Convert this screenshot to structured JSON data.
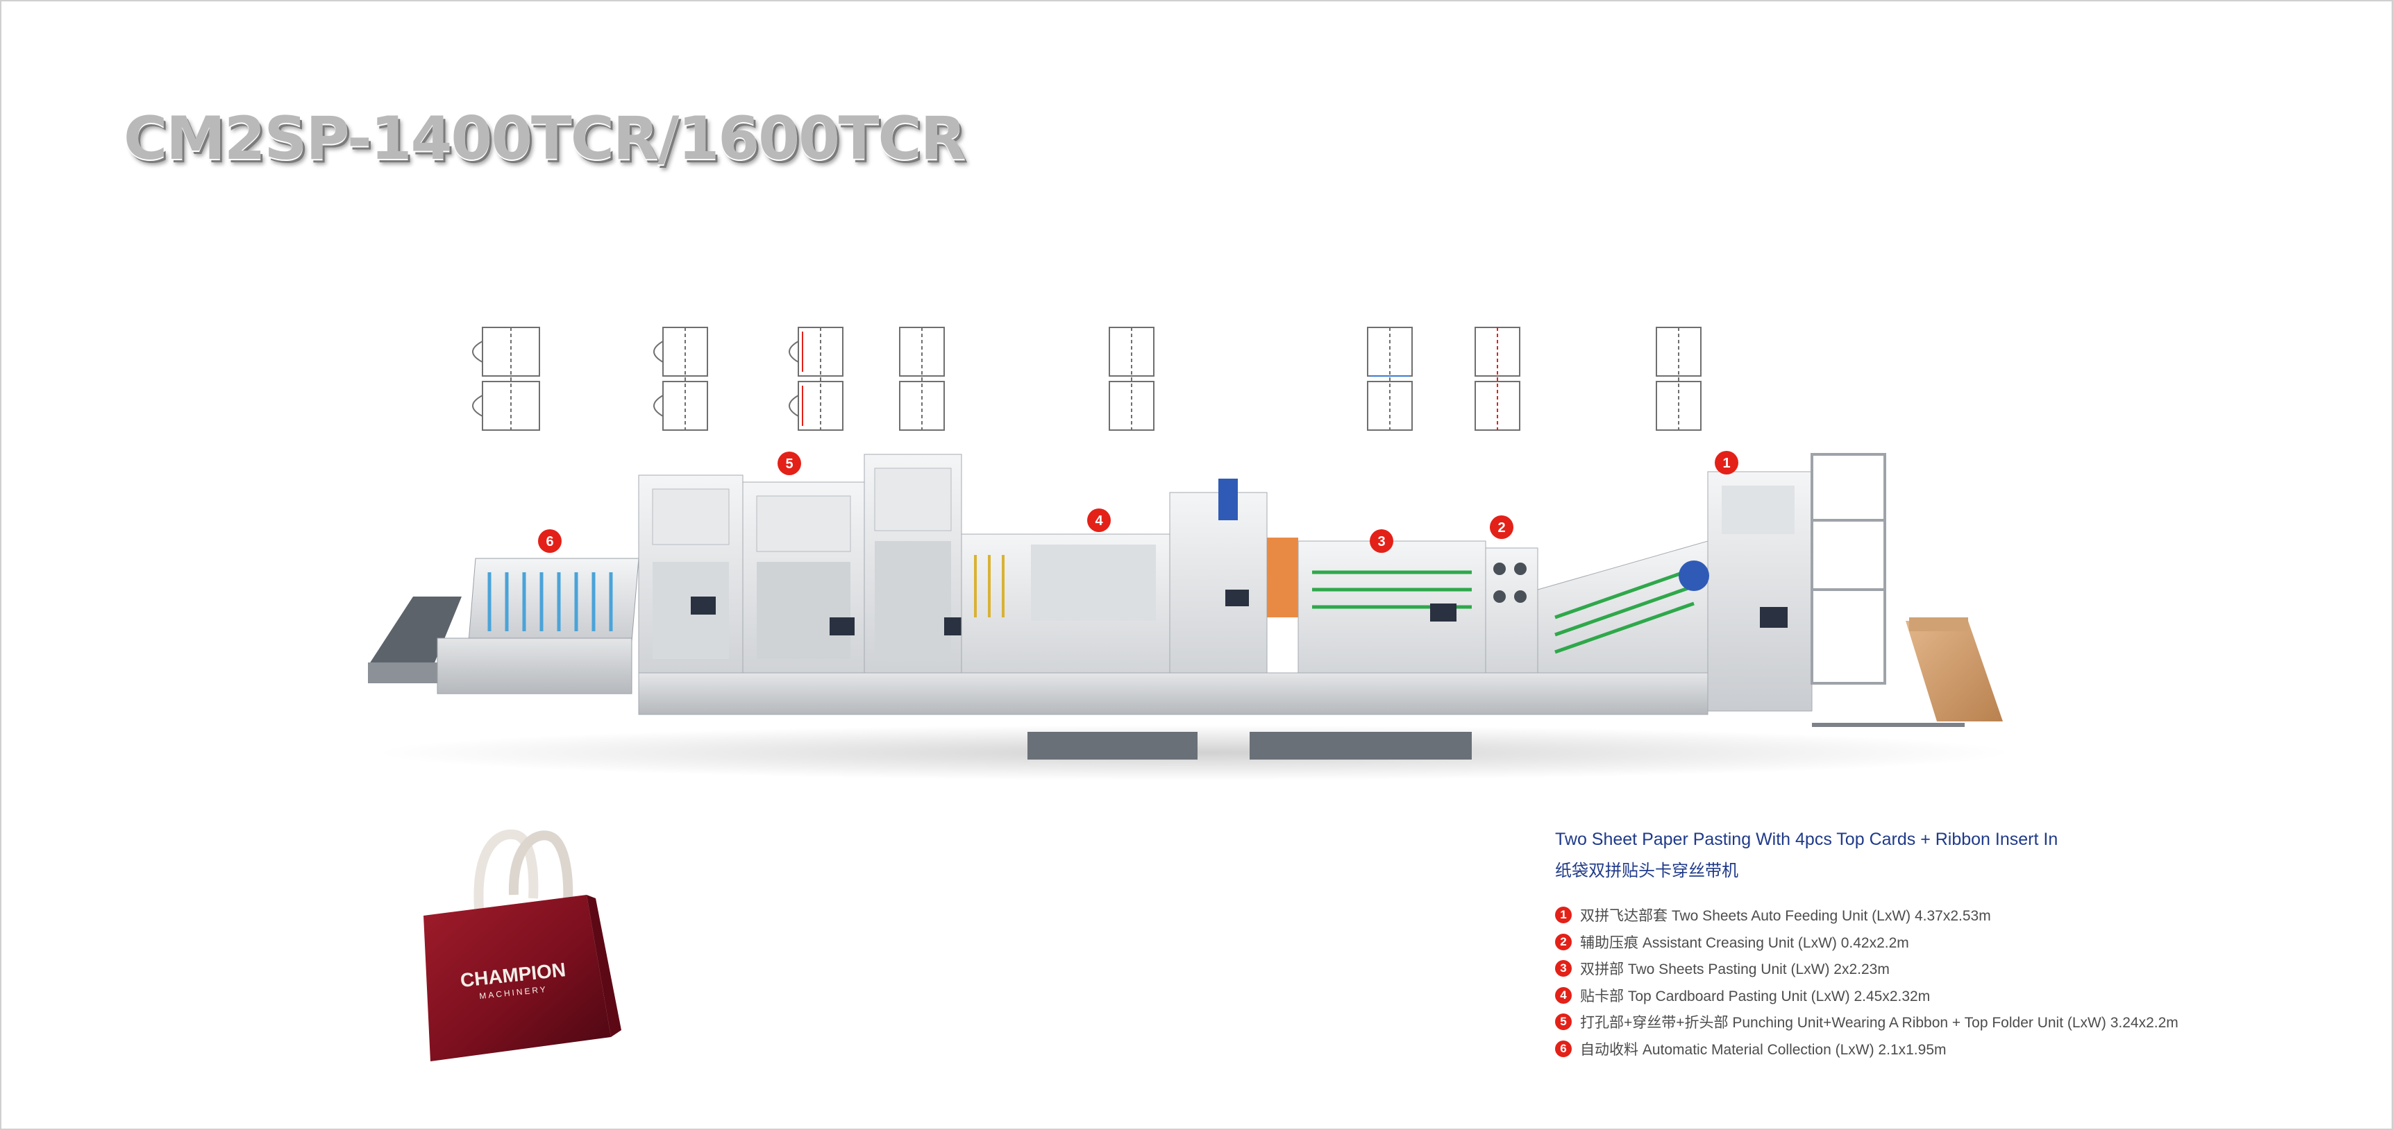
{
  "title": "CM2SP-1400TCR/1600TCR",
  "accent_color": "#e32118",
  "heading_color": "#1f3a8a",
  "unit_markers": [
    "6",
    "5",
    "4",
    "3",
    "2",
    "1"
  ],
  "bag_brand": {
    "line1": "CHAMPION",
    "line2": "MACHINERY"
  },
  "info": {
    "title_en": "Two Sheet Paper Pasting With 4pcs Top Cards + Ribbon Insert In",
    "title_cn": "纸袋双拼贴头卡穿丝带机",
    "units": [
      {
        "num": "1",
        "text": "双拼飞达部套 Two Sheets Auto Feeding Unit  (LxW) 4.37x2.53m"
      },
      {
        "num": "2",
        "text": "辅助压痕 Assistant Creasing Unit (LxW) 0.42x2.2m"
      },
      {
        "num": "3",
        "text": "双拼部 Two Sheets Pasting Unit (LxW) 2x2.23m"
      },
      {
        "num": "4",
        "text": "贴卡部 Top Cardboard Pasting Unit (LxW) 2.45x2.32m"
      },
      {
        "num": "5",
        "text": "打孔部+穿丝带+折头部 Punching Unit+Wearing A Ribbon + Top Folder Unit  (LxW) 3.24x2.2m"
      },
      {
        "num": "6",
        "text": "自动收料 Automatic Material Collection (LxW) 2.1x1.95m"
      }
    ]
  }
}
